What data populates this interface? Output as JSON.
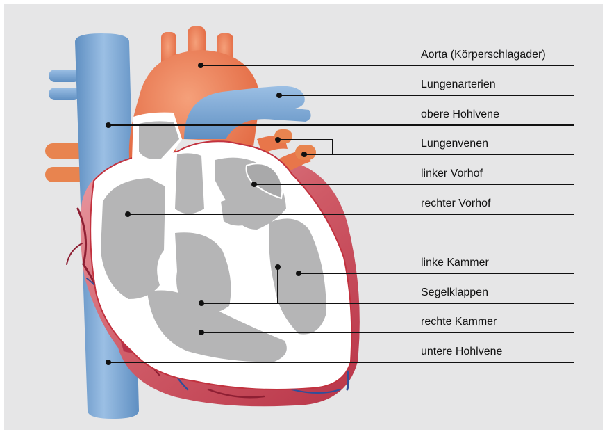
{
  "labels": {
    "aorta": "Aorta (Körperschlagader)",
    "lungenarterien": "Lungenarterien",
    "obere_hohlvene": "obere Hohlvene",
    "lungenvenen": "Lungenvenen",
    "linker_vorhof": "linker Vorhof",
    "rechter_vorhof": "rechter Vorhof",
    "linke_kammer": "linke Kammer",
    "segelklappen": "Segelklappen",
    "rechte_kammer": "rechte Kammer",
    "untere_hohlvene": "untere Hohlvene"
  },
  "colors": {
    "background": "#e6e6e7",
    "vein_blue": "#7aa3cf",
    "artery_orange": "#e8764a",
    "muscle_red": "#c9404f",
    "chamber_gray": "#b5b5b6",
    "leader_line": "#111111"
  }
}
